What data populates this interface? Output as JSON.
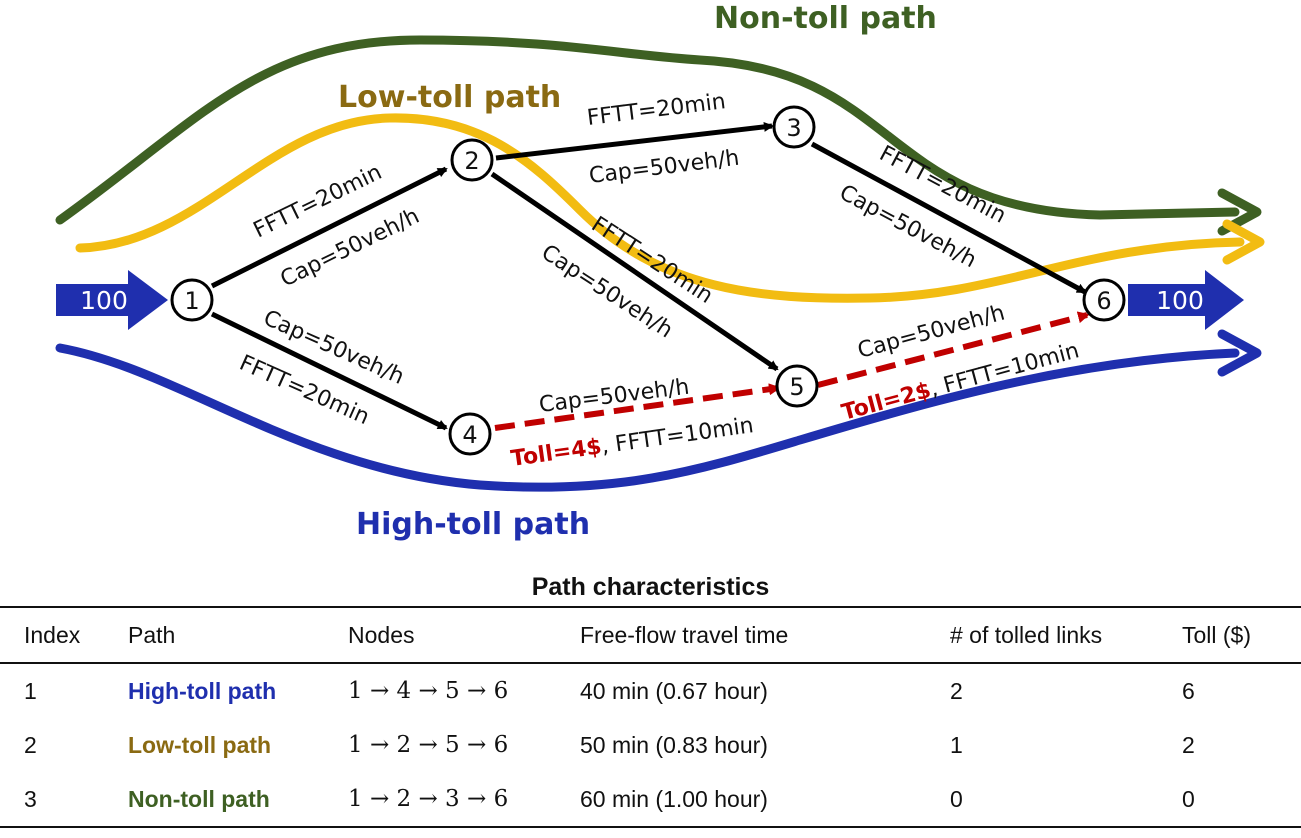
{
  "colors": {
    "non_toll": "#3e6023",
    "low_toll_line": "#f2bc12",
    "low_toll_text": "#8a6a12",
    "high_toll": "#1f2fae",
    "flow_arrow": "#1f2fae",
    "toll_link": "#c00000",
    "link": "#000000"
  },
  "diagram": {
    "path_labels": {
      "non_toll": "Non-toll path",
      "low_toll": "Low-toll path",
      "high_toll": "High-toll path"
    },
    "inflow": "100",
    "outflow": "100",
    "nodes": [
      "1",
      "2",
      "3",
      "4",
      "5",
      "6"
    ],
    "links": {
      "l12": {
        "fftt": "FFTT=20min",
        "cap": "Cap=50veh/h"
      },
      "l23": {
        "fftt": "FFTT=20min",
        "cap": "Cap=50veh/h"
      },
      "l25": {
        "fftt": "FFTT=20min",
        "cap": "Cap=50veh/h"
      },
      "l36": {
        "fftt": "FFTT=20min",
        "cap": "Cap=50veh/h"
      },
      "l14": {
        "fftt": "FFTT=20min",
        "cap": "Cap=50veh/h"
      },
      "l45": {
        "toll": "Toll=4$",
        "fftt": ", FFTT=10min",
        "cap": "Cap=50veh/h"
      },
      "l56": {
        "toll": "Toll=2$",
        "fftt": ", FFTT=10min",
        "cap": "Cap=50veh/h"
      }
    }
  },
  "table": {
    "title": "Path characteristics",
    "headers": [
      "Index",
      "Path",
      "Nodes",
      "Free-flow travel time",
      "# of tolled links",
      "Toll ($)"
    ],
    "rows": [
      {
        "index": "1",
        "path": "High-toll path",
        "nodes": "1 → 4 → 5 → 6",
        "fftt": "40 min (0.67 hour)",
        "tolled": "2",
        "toll": "6"
      },
      {
        "index": "2",
        "path": "Low-toll path",
        "nodes": "1 → 2 → 5 → 6",
        "fftt": "50 min (0.83 hour)",
        "tolled": "1",
        "toll": "2"
      },
      {
        "index": "3",
        "path": "Non-toll path",
        "nodes": "1 → 2 → 3 → 6",
        "fftt": "60 min (1.00 hour)",
        "tolled": "0",
        "toll": "0"
      }
    ]
  }
}
